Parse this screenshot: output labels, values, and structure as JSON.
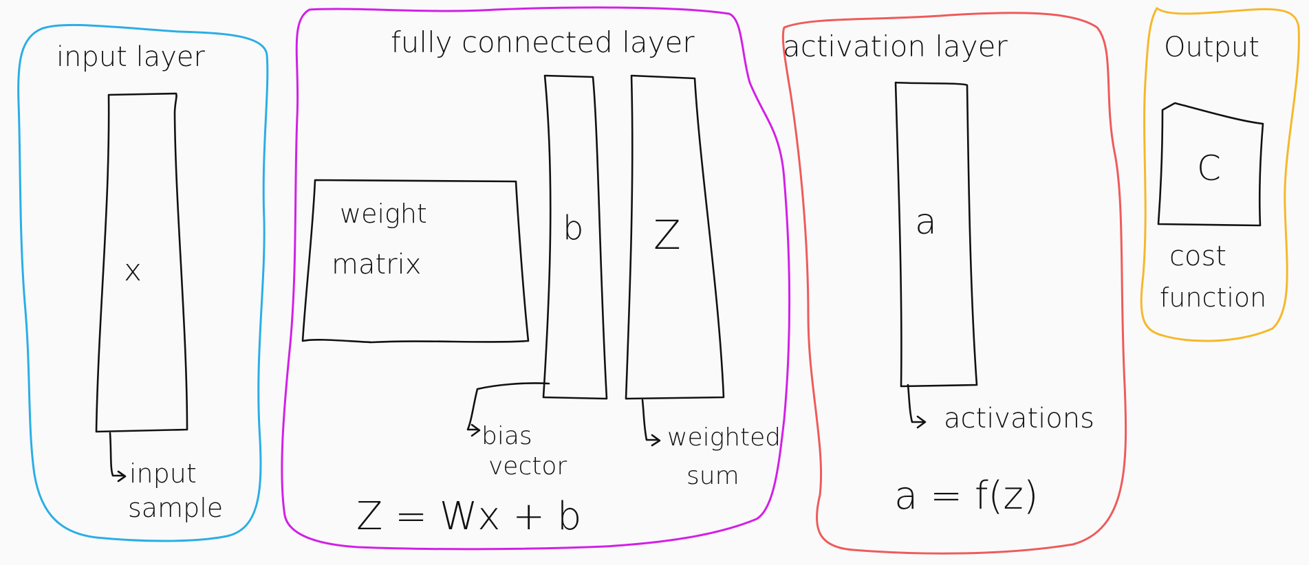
{
  "colors": {
    "background": "#fafafa",
    "input_border": "#29aee6",
    "fc_border": "#d21fe6",
    "activation_border": "#ef5a5a",
    "output_border": "#f5b82a",
    "ink": "#111111"
  },
  "input_layer": {
    "title": "input layer",
    "vector_symbol": "x",
    "annotation_line1": "input",
    "annotation_line2": "sample"
  },
  "fc_layer": {
    "title": "fully connected layer",
    "matrix_line1": "weight",
    "matrix_line2": "matrix",
    "bias_symbol": "b",
    "z_symbol": "Z",
    "bias_label_line1": "bias",
    "bias_label_line2": "vector",
    "sum_label_line1": "weighted",
    "sum_label_line2": "sum",
    "equation": "Z = Wx + b"
  },
  "activation_layer": {
    "title": "activation layer",
    "vector_symbol": "a",
    "annotation": "activations",
    "equation": "a = f(z)"
  },
  "output": {
    "title": "Output",
    "box_symbol": "C",
    "label_line1": "cost",
    "label_line2": "function"
  }
}
